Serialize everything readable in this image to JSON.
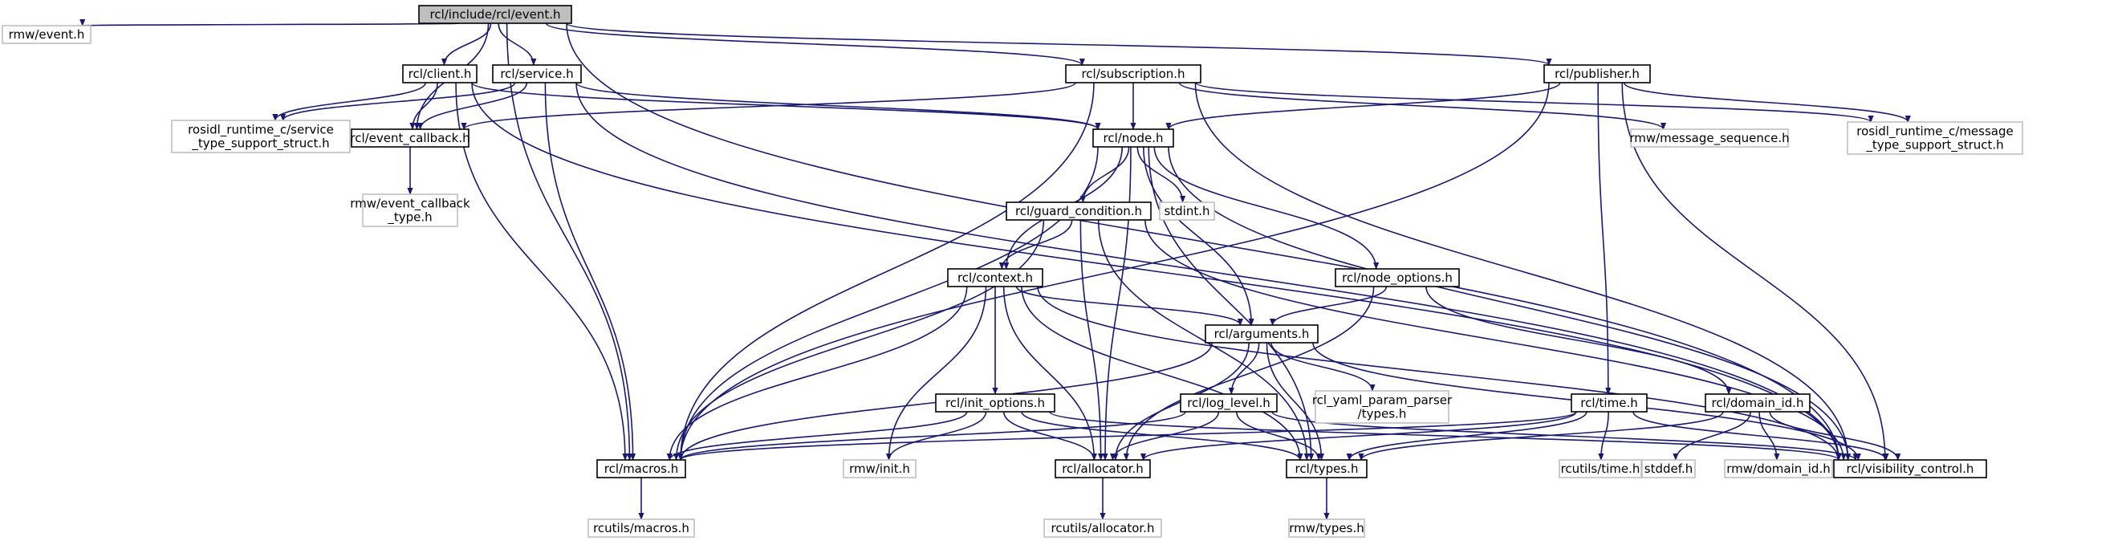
{
  "diagram": {
    "type": "include-dependency-graph",
    "colors": {
      "edge": "#191970",
      "root_fill": "#bfbfbf",
      "external_border": "#bfbfbf",
      "internal_border": "#000000"
    },
    "nodes": [
      {
        "id": "event_h",
        "lines": [
          "rcl/include/rcl/event.h"
        ],
        "kind": "root"
      },
      {
        "id": "rmw_event",
        "lines": [
          "rmw/event.h"
        ],
        "kind": "external"
      },
      {
        "id": "client",
        "lines": [
          "rcl/client.h"
        ],
        "kind": "internal"
      },
      {
        "id": "service",
        "lines": [
          "rcl/service.h"
        ],
        "kind": "internal"
      },
      {
        "id": "subscription",
        "lines": [
          "rcl/subscription.h"
        ],
        "kind": "internal"
      },
      {
        "id": "publisher",
        "lines": [
          "rcl/publisher.h"
        ],
        "kind": "internal"
      },
      {
        "id": "rosidl_service",
        "lines": [
          "rosidl_runtime_c/service",
          "_type_support_struct.h"
        ],
        "kind": "external"
      },
      {
        "id": "event_callback",
        "lines": [
          "rcl/event_callback.h"
        ],
        "kind": "internal"
      },
      {
        "id": "rmw_event_callback",
        "lines": [
          "rmw/event_callback",
          "_type.h"
        ],
        "kind": "external"
      },
      {
        "id": "node",
        "lines": [
          "rcl/node.h"
        ],
        "kind": "internal"
      },
      {
        "id": "rmw_message_sequence",
        "lines": [
          "rmw/message_sequence.h"
        ],
        "kind": "external"
      },
      {
        "id": "rosidl_message",
        "lines": [
          "rosidl_runtime_c/message",
          "_type_support_struct.h"
        ],
        "kind": "external"
      },
      {
        "id": "guard_condition",
        "lines": [
          "rcl/guard_condition.h"
        ],
        "kind": "internal"
      },
      {
        "id": "stdint",
        "lines": [
          "stdint.h"
        ],
        "kind": "external"
      },
      {
        "id": "context",
        "lines": [
          "rcl/context.h"
        ],
        "kind": "internal"
      },
      {
        "id": "node_options",
        "lines": [
          "rcl/node_options.h"
        ],
        "kind": "internal"
      },
      {
        "id": "arguments",
        "lines": [
          "rcl/arguments.h"
        ],
        "kind": "internal"
      },
      {
        "id": "init_options",
        "lines": [
          "rcl/init_options.h"
        ],
        "kind": "internal"
      },
      {
        "id": "log_level",
        "lines": [
          "rcl/log_level.h"
        ],
        "kind": "internal"
      },
      {
        "id": "yaml_param",
        "lines": [
          "rcl_yaml_param_parser",
          "/types.h"
        ],
        "kind": "external"
      },
      {
        "id": "time",
        "lines": [
          "rcl/time.h"
        ],
        "kind": "internal"
      },
      {
        "id": "domain_id",
        "lines": [
          "rcl/domain_id.h"
        ],
        "kind": "internal"
      },
      {
        "id": "macros",
        "lines": [
          "rcl/macros.h"
        ],
        "kind": "internal"
      },
      {
        "id": "rmw_init",
        "lines": [
          "rmw/init.h"
        ],
        "kind": "external"
      },
      {
        "id": "allocator",
        "lines": [
          "rcl/allocator.h"
        ],
        "kind": "internal"
      },
      {
        "id": "types",
        "lines": [
          "rcl/types.h"
        ],
        "kind": "internal"
      },
      {
        "id": "rcutils_time",
        "lines": [
          "rcutils/time.h"
        ],
        "kind": "external"
      },
      {
        "id": "stddef",
        "lines": [
          "stddef.h"
        ],
        "kind": "external"
      },
      {
        "id": "rmw_domain_id",
        "lines": [
          "rmw/domain_id.h"
        ],
        "kind": "external"
      },
      {
        "id": "visibility_control",
        "lines": [
          "rcl/visibility_control.h"
        ],
        "kind": "internal"
      },
      {
        "id": "rcutils_macros",
        "lines": [
          "rcutils/macros.h"
        ],
        "kind": "external"
      },
      {
        "id": "rcutils_allocator",
        "lines": [
          "rcutils/allocator.h"
        ],
        "kind": "external"
      },
      {
        "id": "rmw_types",
        "lines": [
          "rmw/types.h"
        ],
        "kind": "external"
      }
    ],
    "edges": [
      [
        "event_h",
        "rmw_event"
      ],
      [
        "event_h",
        "client"
      ],
      [
        "event_h",
        "service"
      ],
      [
        "event_h",
        "subscription"
      ],
      [
        "event_h",
        "publisher"
      ],
      [
        "event_h",
        "event_callback"
      ],
      [
        "event_h",
        "macros"
      ],
      [
        "event_h",
        "visibility_control"
      ],
      [
        "client",
        "rosidl_service"
      ],
      [
        "client",
        "event_callback"
      ],
      [
        "client",
        "node"
      ],
      [
        "client",
        "macros"
      ],
      [
        "client",
        "visibility_control"
      ],
      [
        "service",
        "rosidl_service"
      ],
      [
        "service",
        "event_callback"
      ],
      [
        "service",
        "node"
      ],
      [
        "service",
        "macros"
      ],
      [
        "service",
        "visibility_control"
      ],
      [
        "subscription",
        "event_callback"
      ],
      [
        "subscription",
        "node"
      ],
      [
        "subscription",
        "rmw_message_sequence"
      ],
      [
        "subscription",
        "rosidl_message"
      ],
      [
        "subscription",
        "macros"
      ],
      [
        "subscription",
        "visibility_control"
      ],
      [
        "publisher",
        "node"
      ],
      [
        "publisher",
        "rosidl_message"
      ],
      [
        "publisher",
        "time"
      ],
      [
        "publisher",
        "macros"
      ],
      [
        "publisher",
        "visibility_control"
      ],
      [
        "event_callback",
        "rmw_event_callback"
      ],
      [
        "node",
        "guard_condition"
      ],
      [
        "node",
        "stdint"
      ],
      [
        "node",
        "context"
      ],
      [
        "node",
        "node_options"
      ],
      [
        "node",
        "arguments"
      ],
      [
        "node",
        "macros"
      ],
      [
        "node",
        "allocator"
      ],
      [
        "node",
        "types"
      ],
      [
        "node",
        "visibility_control"
      ],
      [
        "guard_condition",
        "context"
      ],
      [
        "guard_condition",
        "macros"
      ],
      [
        "guard_condition",
        "allocator"
      ],
      [
        "guard_condition",
        "types"
      ],
      [
        "guard_condition",
        "visibility_control"
      ],
      [
        "context",
        "arguments"
      ],
      [
        "context",
        "init_options"
      ],
      [
        "context",
        "rmw_init"
      ],
      [
        "context",
        "macros"
      ],
      [
        "context",
        "allocator"
      ],
      [
        "context",
        "types"
      ],
      [
        "context",
        "visibility_control"
      ],
      [
        "node_options",
        "arguments"
      ],
      [
        "node_options",
        "domain_id"
      ],
      [
        "node_options",
        "allocator"
      ],
      [
        "arguments",
        "log_level"
      ],
      [
        "arguments",
        "yaml_param"
      ],
      [
        "arguments",
        "macros"
      ],
      [
        "arguments",
        "allocator"
      ],
      [
        "arguments",
        "types"
      ],
      [
        "arguments",
        "visibility_control"
      ],
      [
        "init_options",
        "rmw_init"
      ],
      [
        "init_options",
        "macros"
      ],
      [
        "init_options",
        "allocator"
      ],
      [
        "init_options",
        "types"
      ],
      [
        "init_options",
        "visibility_control"
      ],
      [
        "log_level",
        "macros"
      ],
      [
        "log_level",
        "allocator"
      ],
      [
        "log_level",
        "types"
      ],
      [
        "log_level",
        "visibility_control"
      ],
      [
        "time",
        "rcutils_time"
      ],
      [
        "time",
        "macros"
      ],
      [
        "time",
        "allocator"
      ],
      [
        "time",
        "types"
      ],
      [
        "time",
        "visibility_control"
      ],
      [
        "domain_id",
        "stddef"
      ],
      [
        "domain_id",
        "rmw_domain_id"
      ],
      [
        "domain_id",
        "types"
      ],
      [
        "domain_id",
        "visibility_control"
      ],
      [
        "macros",
        "rcutils_macros"
      ],
      [
        "allocator",
        "rcutils_allocator"
      ],
      [
        "types",
        "rmw_types"
      ]
    ]
  }
}
